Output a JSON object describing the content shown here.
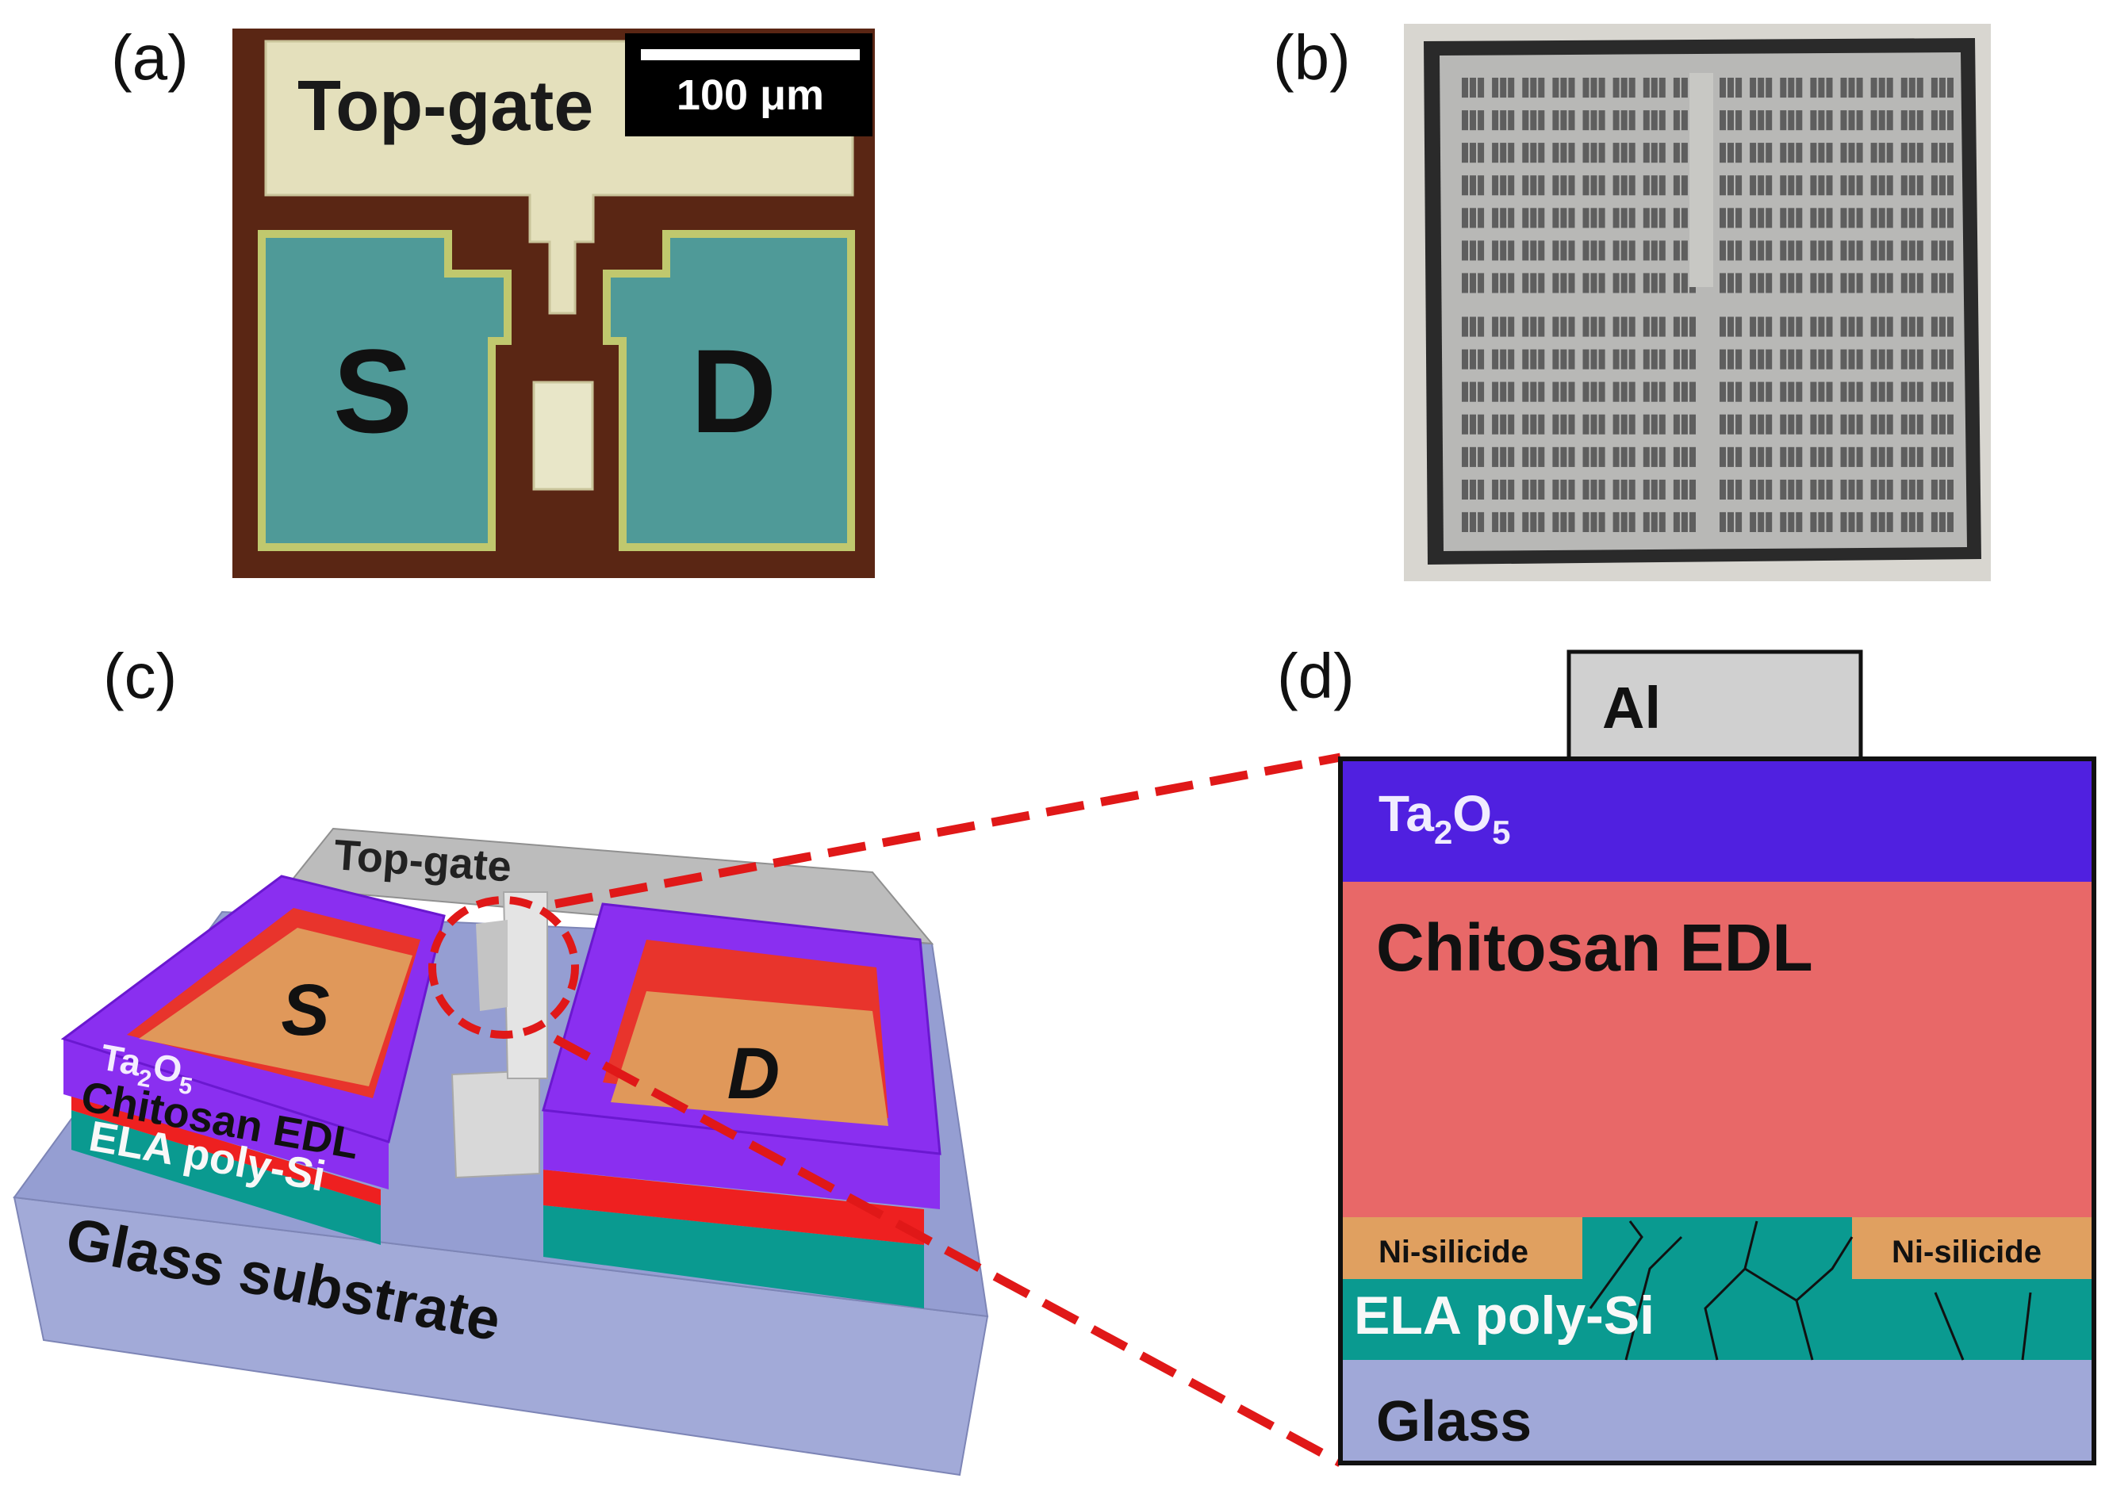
{
  "panels": {
    "a": {
      "label": "(a)",
      "top_gate": "Top-gate",
      "scale_bar": "100 μm",
      "source": "S",
      "drain": "D"
    },
    "b": {
      "label": "(b)"
    },
    "c": {
      "label": "(c)",
      "top_gate": "Top-gate",
      "source": "S",
      "drain": "D",
      "ta2o5_base": "Ta",
      "ta2o5_sub1": "2",
      "ta2o5_mid": "O",
      "ta2o5_sub2": "5",
      "chitosan": "Chitosan EDL",
      "poly_si": "ELA poly-Si",
      "substrate": "Glass substrate"
    },
    "d": {
      "label": "(d)",
      "al": "Al",
      "ta2o5_base": "Ta",
      "ta2o5_sub1": "2",
      "ta2o5_mid": "O",
      "ta2o5_sub2": "5",
      "chitosan": "Chitosan EDL",
      "ni_left": "Ni-silicide",
      "ni_right": "Ni-silicide",
      "poly_si": "ELA poly-Si",
      "glass": "Glass"
    }
  },
  "colors": {
    "ta2o5": "#5020e0",
    "chitosan": "#e86868",
    "ni_silicide": "#e0a060",
    "poly_si": "#0a9a90",
    "glass": "#a0a8d8",
    "aluminum": "#d0d0d0",
    "dashed": "#e01818"
  },
  "device_array": {
    "rows": 14,
    "columns": 16
  }
}
